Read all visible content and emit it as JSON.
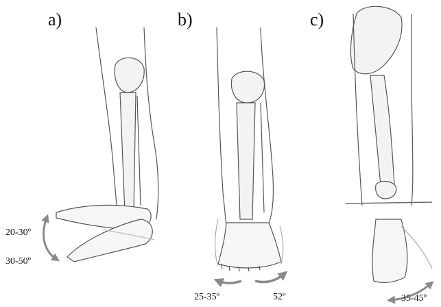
{
  "panels": [
    {
      "label": "a)",
      "angles": [
        "20-30º",
        "30-50º"
      ]
    },
    {
      "label": "b)",
      "angles": [
        "25-35º",
        "52º"
      ]
    },
    {
      "label": "c)",
      "angles": [
        "35-45º"
      ]
    }
  ],
  "colors": {
    "bone_fill": "#f4f4f4",
    "outline": "#555555",
    "arrow": "#8a8a8a",
    "shadow": "#bdbdbd"
  }
}
